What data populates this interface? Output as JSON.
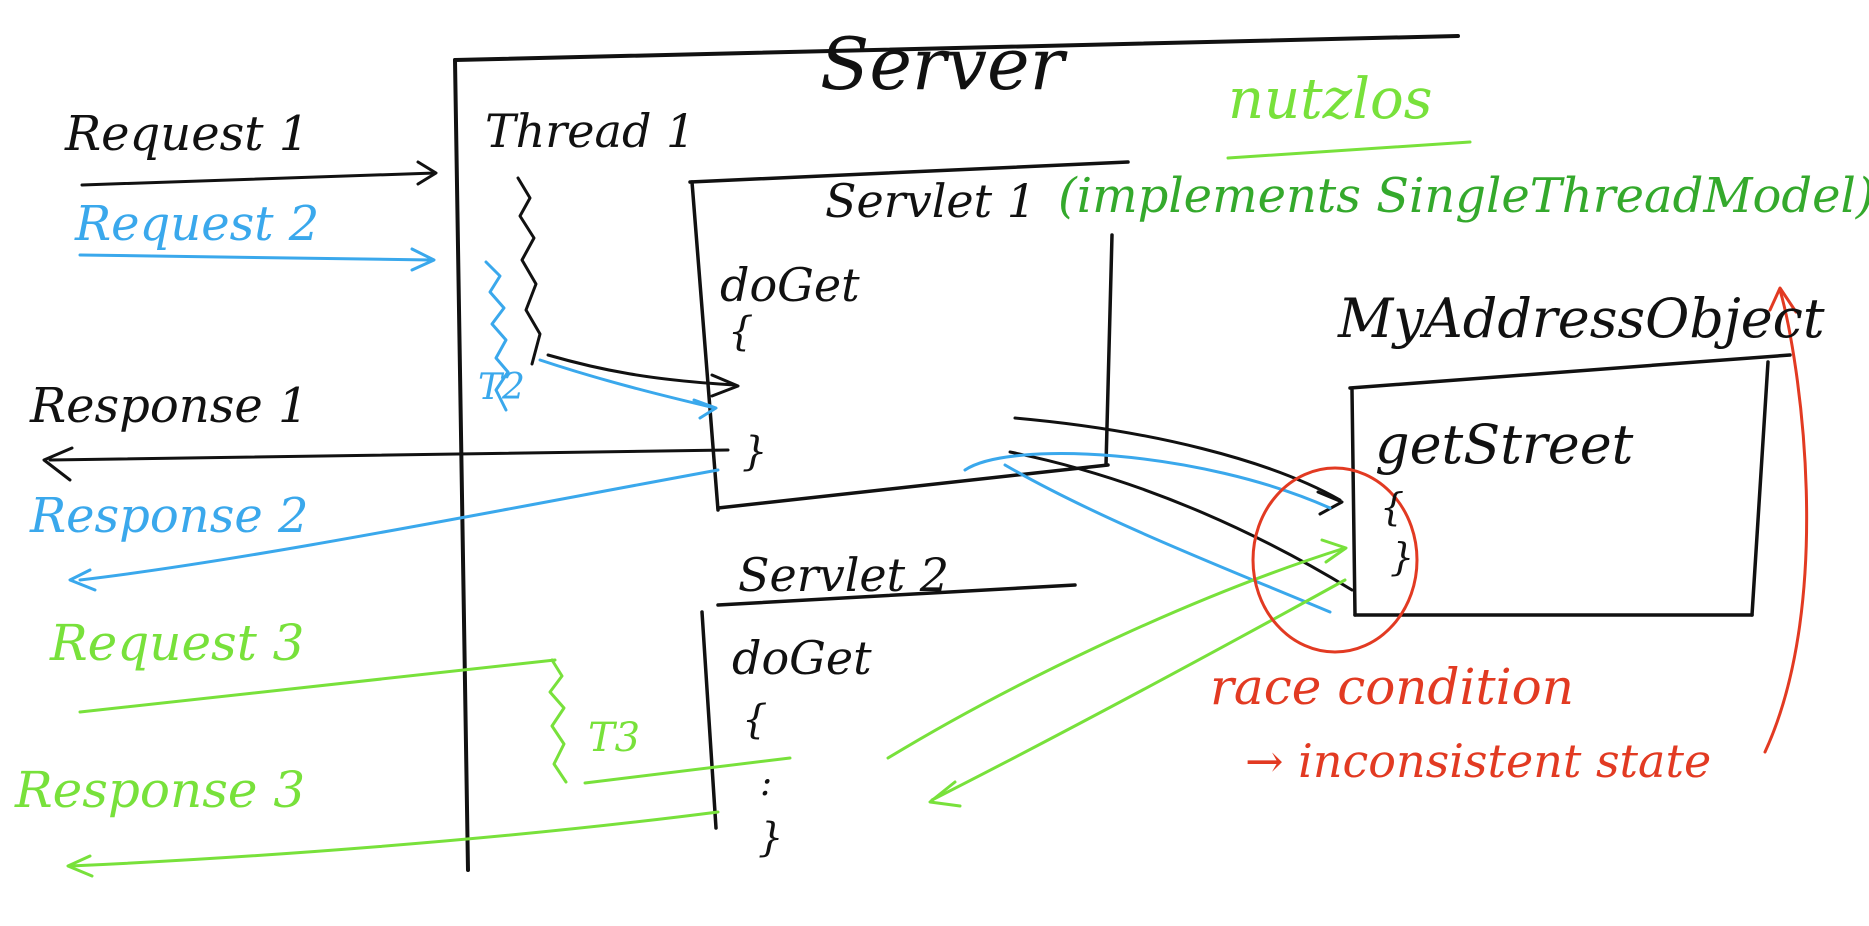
{
  "labels": {
    "server": "Server",
    "thread1": "Thread 1",
    "t2": "T2",
    "t3": "T3",
    "servlet1": "Servlet 1",
    "servlet2": "Servlet 2",
    "doget1": "doGet",
    "doget2": "doGet",
    "brace_open1": "{",
    "brace_close1": "}",
    "brace_open2": "{",
    "ellipsis2": ":",
    "brace_close2": "}",
    "request1": "Request 1",
    "request2": "Request 2",
    "request3": "Request 3",
    "response1": "Response 1",
    "response2": "Response 2",
    "response3": "Response 3",
    "nutzlos": "nutzlos",
    "implements": "(implements SingleThreadModel)",
    "my_address_object": "MyAddressObject",
    "get_street": "getStreet",
    "brace_open3": "{",
    "brace_close3": "}",
    "race_condition": "race condition",
    "inconsistent_state": "→ inconsistent state"
  },
  "colors": {
    "ink": "#111111",
    "blue": "#3aa8ec",
    "green": "#34a92c",
    "lime": "#78e13b",
    "red": "#e23a22",
    "background": "#ffffff"
  }
}
